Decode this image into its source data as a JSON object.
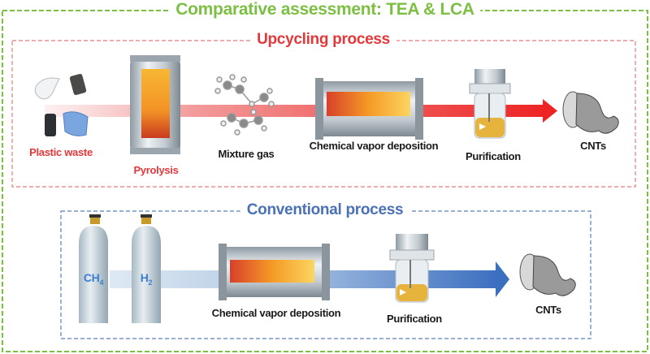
{
  "main_title": "Comparative assessment: TEA & LCA",
  "upcycling": {
    "title": "Upcycling process",
    "steps": [
      "Plastic waste",
      "Pyrolysis",
      "Mixture gas",
      "Chemical vapor deposition",
      "Purification",
      "CNTs"
    ]
  },
  "conventional": {
    "title": "Conventional process",
    "gases": {
      "ch4": "CH",
      "ch4_sub": "4",
      "h2": "H",
      "h2_sub": "2"
    },
    "steps": [
      "Chemical vapor deposition",
      "Purification",
      "CNTs"
    ]
  },
  "colors": {
    "green": "#7cc043",
    "red": "#e5383b",
    "blue": "#4a70b5"
  }
}
